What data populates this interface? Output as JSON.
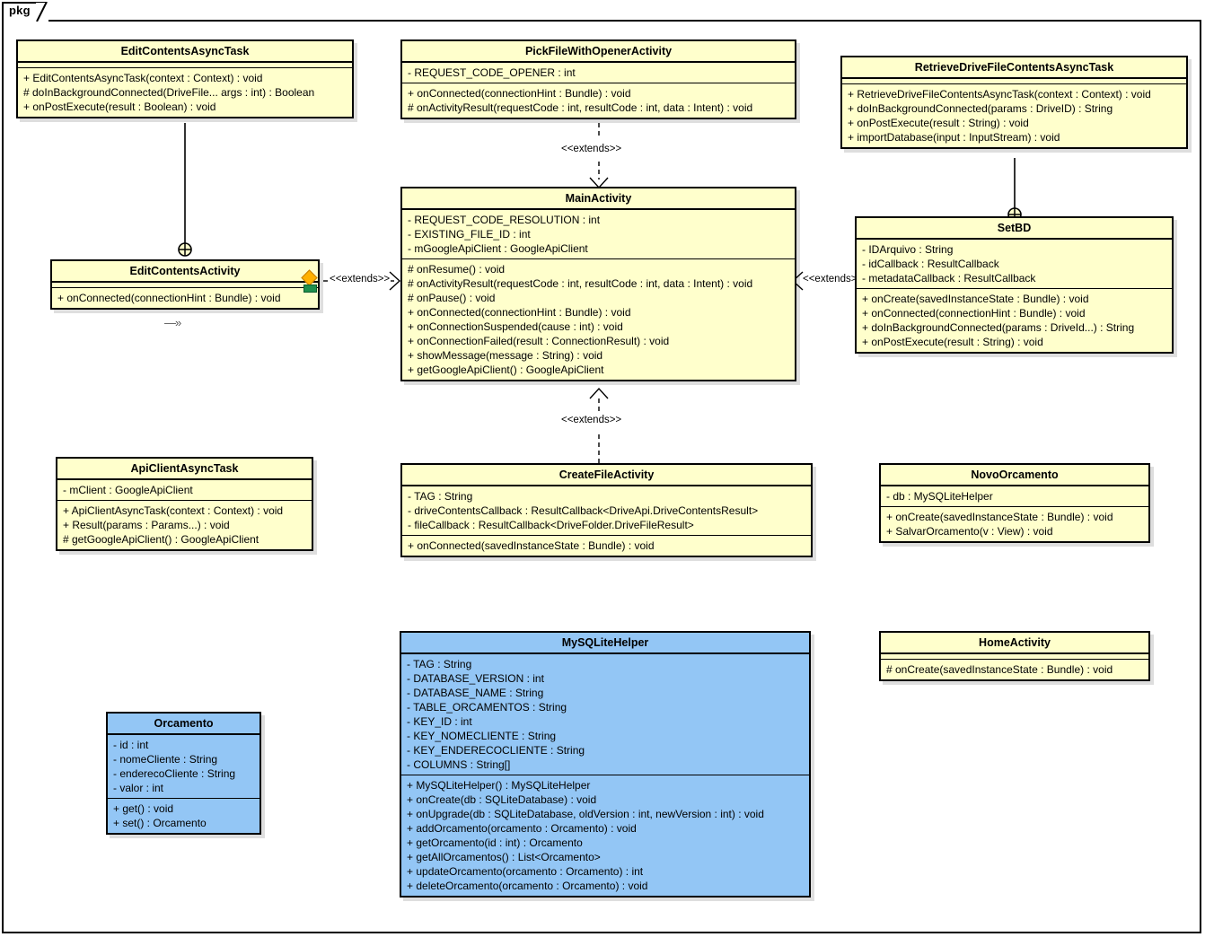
{
  "diagram": {
    "package_label": "pkg",
    "colors": {
      "class_fill": "#ffffcc",
      "class_fill_highlight": "#93c6f5",
      "border": "#000000",
      "selection_diamond": "#ffb000",
      "selection_bar": "#1f8f4d"
    }
  },
  "classes": [
    {
      "id": "EditContentsAsyncTask",
      "name": "EditContentsAsyncTask",
      "attributes": [],
      "operations": [
        "+ EditContentsAsyncTask(context : Context) : void",
        "# doInBackgroundConnected(DriveFile... args : int) : Boolean",
        "+ onPostExecute(result : Boolean) : void"
      ]
    },
    {
      "id": "PickFileWithOpenerActivity",
      "name": "PickFileWithOpenerActivity",
      "attributes": [
        "- REQUEST_CODE_OPENER : int"
      ],
      "operations": [
        "+ onConnected(connectionHint : Bundle) : void",
        "# onActivityResult(requestCode : int, resultCode : int, data : Intent) : void"
      ]
    },
    {
      "id": "RetrieveDriveFileContentsAsyncTask",
      "name": "RetrieveDriveFileContentsAsyncTask",
      "attributes": [],
      "operations": [
        "+ RetrieveDriveFileContentsAsyncTask(context : Context) : void",
        "+ doInBackgroundConnected(params : DriveID) : String",
        "+ onPostExecute(result : String) : void",
        "+ importDatabase(input : InputStream) : void"
      ]
    },
    {
      "id": "EditContentsActivity",
      "name": "EditContentsActivity",
      "attributes": [],
      "operations": [
        "+ onConnected(connectionHint : Bundle) : void"
      ]
    },
    {
      "id": "MainActivity",
      "name": "MainActivity",
      "attributes": [
        "- REQUEST_CODE_RESOLUTION : int",
        "- EXISTING_FILE_ID : int",
        "- mGoogleApiClient : GoogleApiClient"
      ],
      "operations": [
        "# onResume() : void",
        "# onActivityResult(requestCode : int, resultCode : int, data : Intent) : void",
        "# onPause() : void",
        "+ onConnected(connectionHint : Bundle) : void",
        "+ onConnectionSuspended(cause : int) : void",
        "+ onConnectionFailed(result : ConnectionResult) : void",
        "+ showMessage(message : String) : void",
        "+ getGoogleApiClient() : GoogleApiClient"
      ]
    },
    {
      "id": "SetBD",
      "name": "SetBD",
      "attributes": [
        "- IDArquivo : String",
        "- idCallback : ResultCallback",
        "- metadataCallback : ResultCallback"
      ],
      "operations": [
        "+ onCreate(savedInstanceState : Bundle) : void",
        "+ onConnected(connectionHint : Bundle) : void",
        "+ doInBackgroundConnected(params : DriveId...) : String",
        "+ onPostExecute(result : String) : void"
      ]
    },
    {
      "id": "ApiClientAsyncTask",
      "name": "ApiClientAsyncTask",
      "attributes": [
        "- mClient : GoogleApiClient"
      ],
      "operations": [
        "+ ApiClientAsyncTask(context : Context) : void",
        "+ Result(params : Params...) : void",
        "# getGoogleApiClient() : GoogleApiClient"
      ]
    },
    {
      "id": "CreateFileActivity",
      "name": "CreateFileActivity",
      "attributes": [
        "- TAG : String",
        "- driveContentsCallback : ResultCallback<DriveApi.DriveContentsResult>",
        "- fileCallback : ResultCallback<DriveFolder.DriveFileResult>"
      ],
      "operations": [
        "+ onConnected(savedInstanceState : Bundle) : void"
      ]
    },
    {
      "id": "NovoOrcamento",
      "name": "NovoOrcamento",
      "attributes": [
        "- db : MySQLiteHelper"
      ],
      "operations": [
        "+ onCreate(savedInstanceState : Bundle) : void",
        "+ SalvarOrcamento(v : View) : void"
      ]
    },
    {
      "id": "MySQLiteHelper",
      "name": "MySQLiteHelper",
      "attributes": [
        "- TAG : String",
        "- DATABASE_VERSION : int",
        "- DATABASE_NAME : String",
        "- TABLE_ORCAMENTOS : String",
        "- KEY_ID : int",
        "- KEY_NOMECLIENTE : String",
        "- KEY_ENDERECOCLIENTE : String",
        "- COLUMNS : String[]"
      ],
      "operations": [
        "+ MySQLiteHelper() : MySQLiteHelper",
        "+ onCreate(db : SQLiteDatabase) : void",
        "+ onUpgrade(db : SQLiteDatabase, oldVersion : int, newVersion : int) : void",
        "+ addOrcamento(orcamento : Orcamento) : void",
        "+ getOrcamento(id : int) : Orcamento",
        "+ getAllOrcamentos() : List<Orcamento>",
        "+ updateOrcamento(orcamento : Orcamento) : int",
        "+ deleteOrcamento(orcamento : Orcamento) : void"
      ]
    },
    {
      "id": "HomeActivity",
      "name": "HomeActivity",
      "attributes": [],
      "operations": [
        "# onCreate(savedInstanceState : Bundle) : void"
      ]
    },
    {
      "id": "Orcamento",
      "name": "Orcamento",
      "attributes": [
        "- id : int",
        "- nomeCliente : String",
        "- enderecoCliente : String",
        "- valor : int"
      ],
      "operations": [
        "+ get() : void",
        "+ set() : Orcamento"
      ]
    }
  ],
  "relations": [
    {
      "id": "rel-pick-main",
      "label": "<<extends>>",
      "from": "PickFileWithOpenerActivity",
      "to": "MainActivity",
      "kind": "generalization-dashed"
    },
    {
      "id": "rel-create-main",
      "label": "<<extends>>",
      "from": "CreateFileActivity",
      "to": "MainActivity",
      "kind": "generalization-dashed"
    },
    {
      "id": "rel-setbd-main",
      "label": "<<extends>>",
      "from": "SetBD",
      "to": "MainActivity",
      "kind": "generalization-dashed"
    },
    {
      "id": "rel-edit-main",
      "label": "<<extends>>",
      "from": "EditContentsActivity",
      "to": "MainActivity",
      "kind": "generalization-dashed"
    },
    {
      "id": "rel-nested-edit",
      "label": "",
      "from": "EditContentsAsyncTask",
      "to": "EditContentsActivity",
      "kind": "containment"
    },
    {
      "id": "rel-nested-setbd",
      "label": "",
      "from": "RetrieveDriveFileContentsAsyncTask",
      "to": "SetBD",
      "kind": "containment"
    }
  ]
}
